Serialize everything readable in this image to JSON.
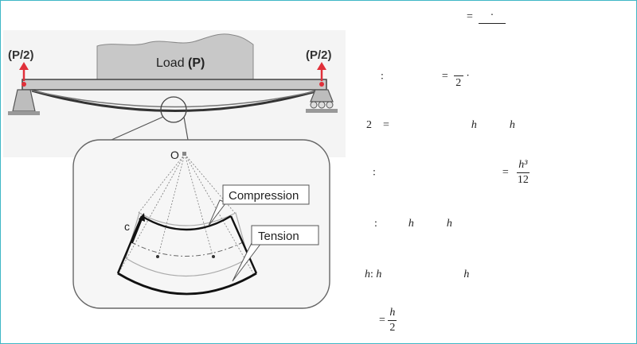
{
  "diagram": {
    "load_label_text": "Load ",
    "load_label_bold": "(P)",
    "left_reaction": "(P/2)",
    "right_reaction": "(P/2)",
    "center_label": "O",
    "compression_label": "Compression",
    "tension_label": "Tension",
    "distance_label": "c"
  },
  "equations": {
    "line1": {
      "lhs": "",
      "op": "=",
      "num": "·",
      "den": ""
    },
    "line2": {
      "colon": ":",
      "op": "=",
      "num": "",
      "den": "2",
      "tail": "·"
    },
    "line3": {
      "lhs": "2",
      "op": "=",
      "a": "h",
      "b": "h"
    },
    "line4": {
      "colon": ":",
      "op": "=",
      "num": "h³",
      "den": "12"
    },
    "line5": {
      "colon": ":",
      "a": "h",
      "b": "h"
    },
    "line6": {
      "a": "h",
      "colon": ":",
      "b": "h",
      "c": "h"
    },
    "line7": {
      "op": "=",
      "num": "h",
      "den": "2"
    }
  },
  "colors": {
    "frame_border": "#3fb7c6",
    "beam_fill": "#c9c9c9",
    "reaction_arrow": "#e0303a"
  }
}
